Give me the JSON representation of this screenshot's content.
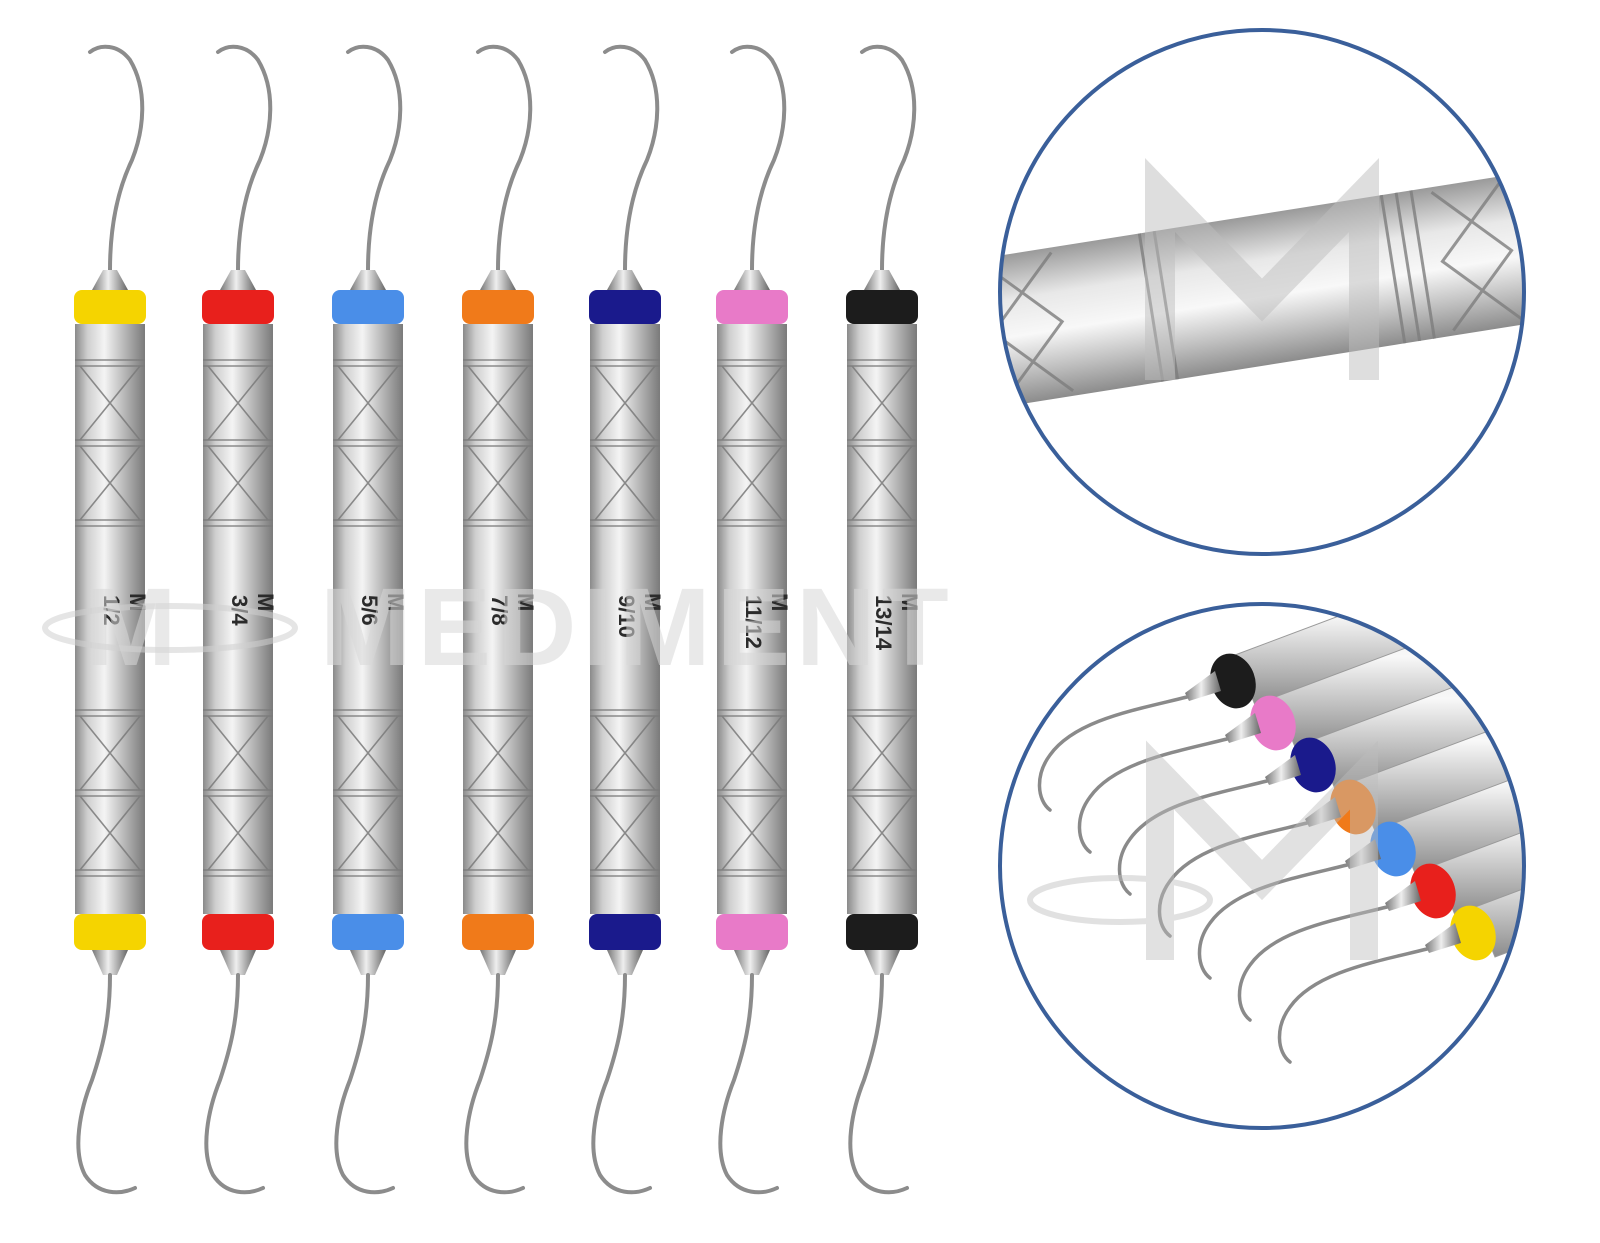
{
  "watermark": {
    "text": "MEDIMENT",
    "mark": "M"
  },
  "instruments": [
    {
      "size_label": "1/2",
      "collar_color": "#f5d400"
    },
    {
      "size_label": "3/4",
      "collar_color": "#e8201c"
    },
    {
      "size_label": "5/6",
      "collar_color": "#4a8ee8"
    },
    {
      "size_label": "7/8",
      "collar_color": "#f07a1a"
    },
    {
      "size_label": "9/10",
      "collar_color": "#1a1a8c"
    },
    {
      "size_label": "11/12",
      "collar_color": "#e87ac8"
    },
    {
      "size_label": "13/14",
      "collar_color": "#1c1c1c"
    }
  ],
  "handle_logo": "M",
  "insets": {
    "top": {
      "subject": "handle-closeup",
      "border_color": "#3a5f9a"
    },
    "bottom": {
      "subject": "tips-closeup",
      "border_color": "#3a5f9a"
    }
  }
}
